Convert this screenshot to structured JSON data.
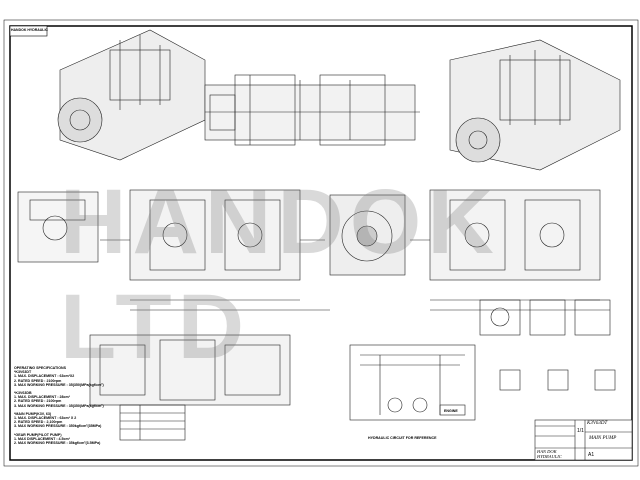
{
  "title_tag": "HANDOK HYDRAULIC",
  "watermark": "HANDOK LTD",
  "specs": {
    "heading": "OPERATING SPECIFICATIONS",
    "groups": [
      {
        "name": "*K3V63DT",
        "lines": [
          "1. MAX. DISPLACEMENT : 63cm³X2",
          "2. RATED SPEED : 2100rpm",
          "3. MAX WORKING PRESSURE : 35(350)MPa(kgf/cm²)"
        ]
      },
      {
        "name": "*K3V63DB",
        "lines": [
          "1. MAX. DISPLACEMENT : 28cm³",
          "2. RATED SPEED : 2100rpm",
          "3. MAX WORKING PRESSURE : 35(350)MPa(kgf/cm²)"
        ]
      },
      {
        "name": "*MAIN PUMP(K3V, 63)",
        "lines": [
          "1. MAX. DISPLACEMENT : 63cm³ X 2",
          "2. RATED SPEED : 2,100rpm",
          "3. MAX WORKING PRESSURE : 350kgf/cm²(35MPa)"
        ]
      },
      {
        "name": "*GEAR PUMP(PILOT PUMP)",
        "lines": [
          "1. MAX DISPLACEMENT : 4.5cm³",
          "2. MAX WORKING PRESSURE : 35kgf/cm²(3.5MPa)"
        ]
      }
    ]
  },
  "circuit": {
    "title": "HYDRAULIC CIRCUIT FOR REFERENCE",
    "engine": "ENGINE"
  },
  "title_block": {
    "company": "HAN DOK HYDRAULIC",
    "model": "K3V63DT",
    "drawing_name": "MAIN PUMP",
    "sheet_size": "A1",
    "scale": "1/1"
  }
}
